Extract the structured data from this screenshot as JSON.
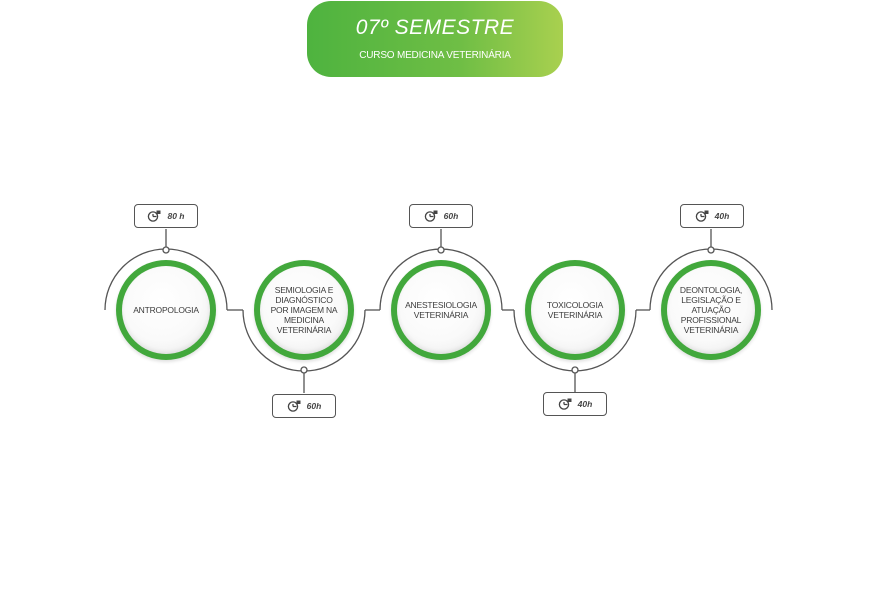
{
  "header": {
    "title": "07º SEMESTRE",
    "subtitle": "CURSO MEDICINA VETERINÁRIA"
  },
  "colors": {
    "accent_green": "#42a83c",
    "header_gradient_start": "#4eb33f",
    "header_gradient_end": "#a9d04f",
    "line": "#555555"
  },
  "courses": [
    {
      "label": "ANTROPOLOGIA",
      "hours": "80 h",
      "icon": "clock-icon"
    },
    {
      "label": "SEMIOLOGIA E DIAGNÓSTICO POR IMAGEM NA MEDICINA VETERINÁRIA",
      "hours": "60h",
      "icon": "clock-icon"
    },
    {
      "label": "ANESTESIOLOGIA VETERINÁRIA",
      "hours": "60h",
      "icon": "clock-icon"
    },
    {
      "label": "TOXICOLOGIA VETERINÁRIA",
      "hours": "40h",
      "icon": "clock-icon"
    },
    {
      "label": "DEONTOLOGIA, LEGISLAÇÃO E ATUAÇÃO PROFISSIONAL VETERINÁRIA",
      "hours": "40h",
      "icon": "clock-icon"
    }
  ]
}
